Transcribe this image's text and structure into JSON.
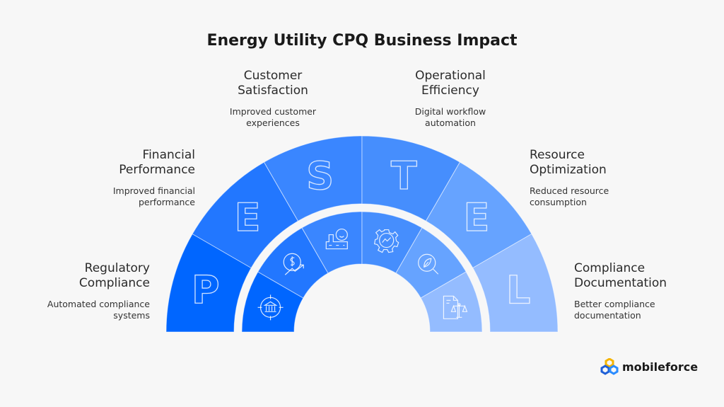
{
  "title": "Energy Utility CPQ Business Impact",
  "segments": [
    {
      "letter": "P",
      "title_line1": "Regulatory",
      "title_line2": "Compliance",
      "desc_line1": "Automated compliance",
      "desc_line2": "systems",
      "color": "#0066ff",
      "icon": "bank-target-icon"
    },
    {
      "letter": "E",
      "title_line1": "Financial",
      "title_line2": "Performance",
      "desc_line1": "Improved financial",
      "desc_line2": "performance",
      "color": "#2277ff",
      "icon": "dollar-growth-icon"
    },
    {
      "letter": "S",
      "title_line1": "Customer",
      "title_line2": "Satisfaction",
      "desc_line1": "Improved customer",
      "desc_line2": "experiences",
      "color": "#3a86ff",
      "icon": "smiley-building-icon"
    },
    {
      "letter": "T",
      "title_line1": "Operational",
      "title_line2": "Efficiency",
      "desc_line1": "Digital workflow",
      "desc_line2": "automation",
      "color": "#468efd",
      "icon": "gear-chart-icon"
    },
    {
      "letter": "E",
      "title_line1": "Resource",
      "title_line2": "Optimization",
      "desc_line1": "Reduced resource",
      "desc_line2": "consumption",
      "color": "#66a3ff",
      "icon": "leaf-search-icon"
    },
    {
      "letter": "L",
      "title_line1": "Compliance",
      "title_line2": "Documentation",
      "desc_line1": "Better compliance",
      "desc_line2": "documentation",
      "color": "#94bcff",
      "icon": "document-scales-icon"
    }
  ],
  "logo": {
    "text": "mobileforce"
  }
}
